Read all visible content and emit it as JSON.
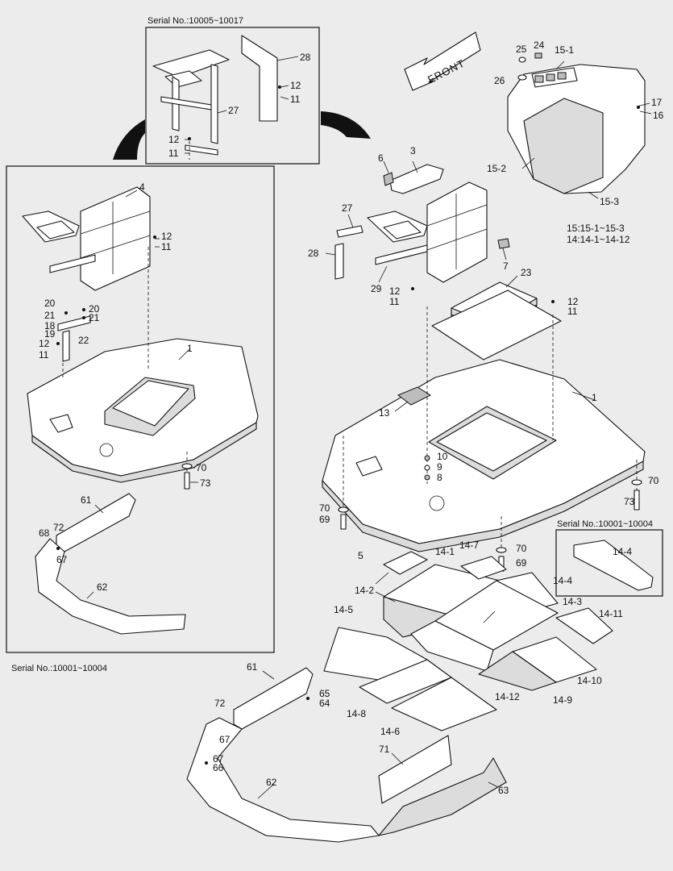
{
  "serial_notes": {
    "top_box": "Serial No.:10005~10017",
    "left_box": "Serial No.:10001~10004",
    "right_box": "Serial No.:10001~10004"
  },
  "front_arrow": "FRONT",
  "legend_lines": [
    "15:15-1~15-3",
    "14:14-1~14-12"
  ],
  "part_labels": [
    "28",
    "12",
    "11",
    "27",
    "12",
    "11",
    "25",
    "24",
    "15-1",
    "26",
    "17",
    "16",
    "15-2",
    "15-3",
    "4",
    "12",
    "11",
    "20",
    "20",
    "21",
    "21",
    "18",
    "19",
    "22",
    "12",
    "11",
    "1",
    "70",
    "73",
    "61",
    "72",
    "68",
    "67",
    "62",
    "6",
    "3",
    "27",
    "28",
    "29",
    "12",
    "11",
    "7",
    "23",
    "12",
    "11",
    "1",
    "13",
    "10",
    "9",
    "8",
    "70",
    "73",
    "70",
    "69",
    "70",
    "69",
    "5",
    "14-1",
    "14-7",
    "14-4",
    "14-2",
    "14-4",
    "14-3",
    "14-11",
    "14-5",
    "14-10",
    "14-12",
    "14-9",
    "14-8",
    "14-6",
    "61",
    "65",
    "64",
    "72",
    "67",
    "67",
    "66",
    "71",
    "62",
    "63"
  ]
}
